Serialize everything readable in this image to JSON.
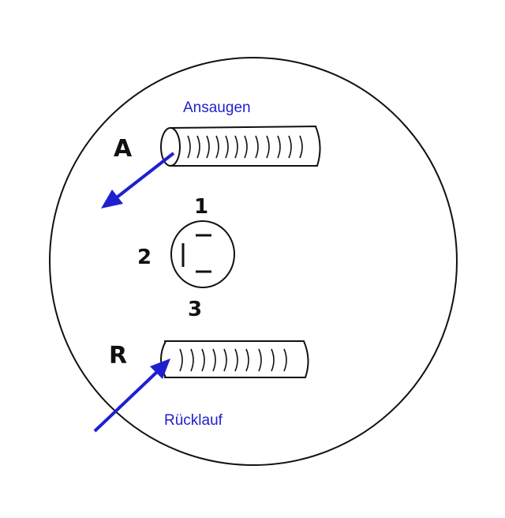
{
  "labels": {
    "intake": "Ansaugen",
    "return": "Rücklauf",
    "port_a": "A",
    "port_r": "R",
    "pos_1": "1",
    "pos_2": "2",
    "pos_3": "3"
  },
  "colors": {
    "arrow": "#1f1fd0",
    "ink": "#111111"
  }
}
